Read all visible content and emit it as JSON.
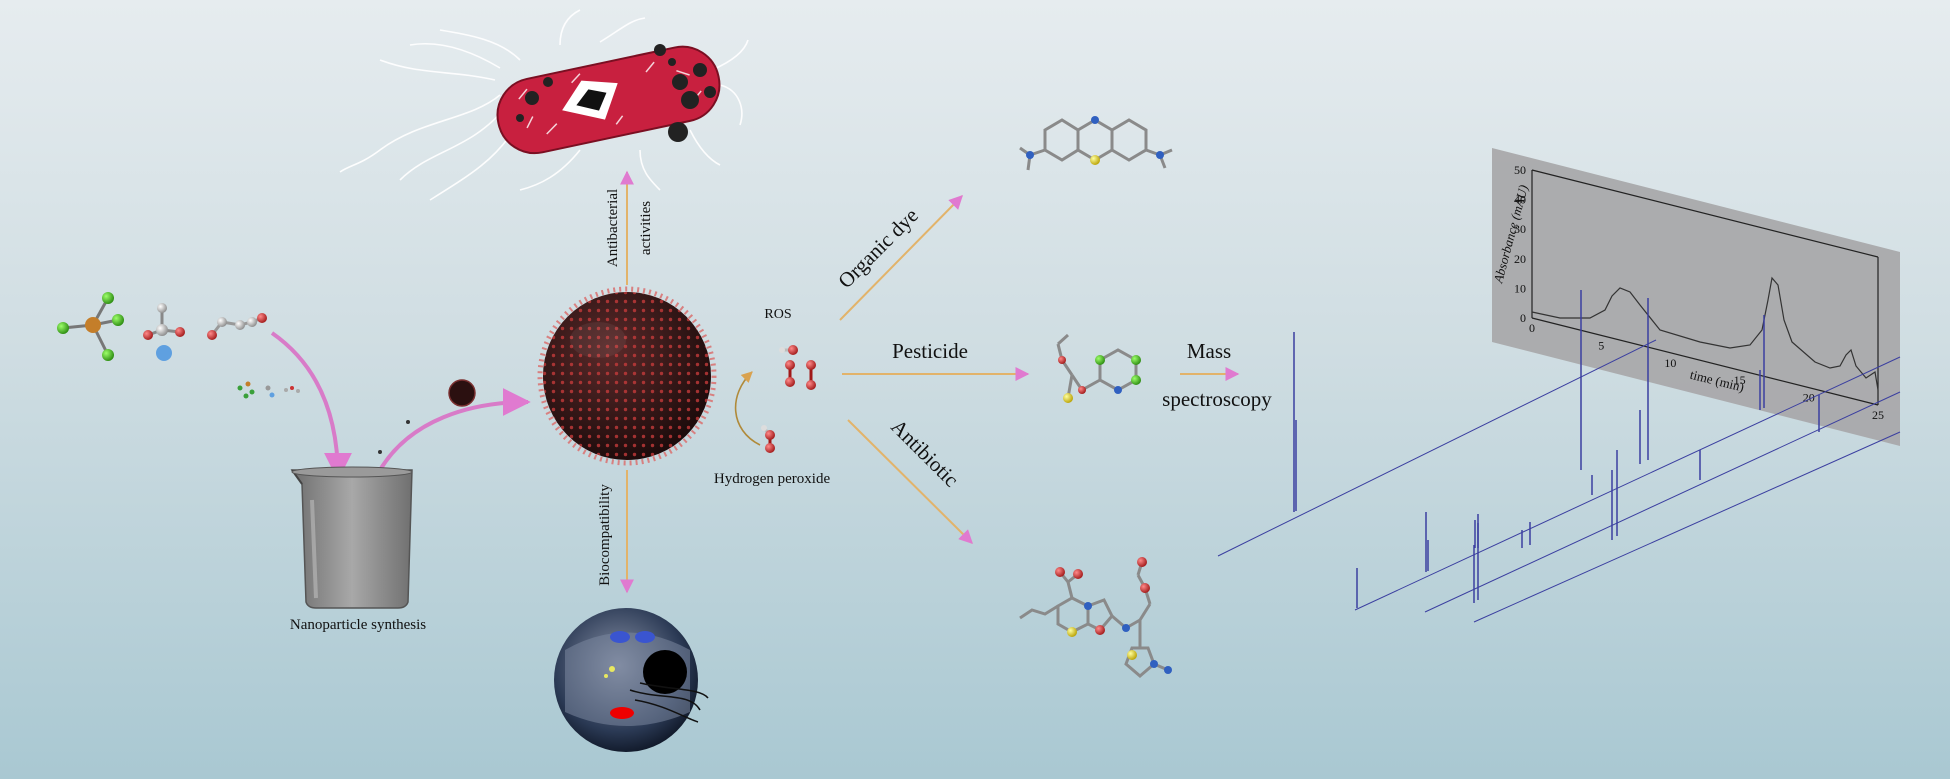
{
  "labels": {
    "synthesis": "Nanoparticle synthesis",
    "antibacterial_line1": "Antibacterial",
    "antibacterial_line2": "activities",
    "biocompatibility": "Biocompatibility",
    "ros": "ROS",
    "hydrogen_peroxide": "Hydrogen peroxide",
    "organic_dye": "Organic dye",
    "pesticide": "Pesticide",
    "antibiotic": "Antibiotic",
    "mass": "Mass",
    "spectroscopy": "spectroscopy"
  },
  "chromatogram": {
    "y_axis_label": "Absorbance (mAU)",
    "x_axis_label": "time (min)",
    "y_ticks": [
      "50",
      "40",
      "30",
      "20",
      "10",
      "0"
    ],
    "x_ticks": [
      "0",
      "5",
      "10",
      "15",
      "20",
      "25"
    ]
  },
  "colors": {
    "arrow_pink": "#d87bc8",
    "arrow_orange": "#e2b36a",
    "bacterium": "#c8203f",
    "spectrum_line": "#3b3fa0",
    "panel_grey": "#a9a9ab"
  }
}
